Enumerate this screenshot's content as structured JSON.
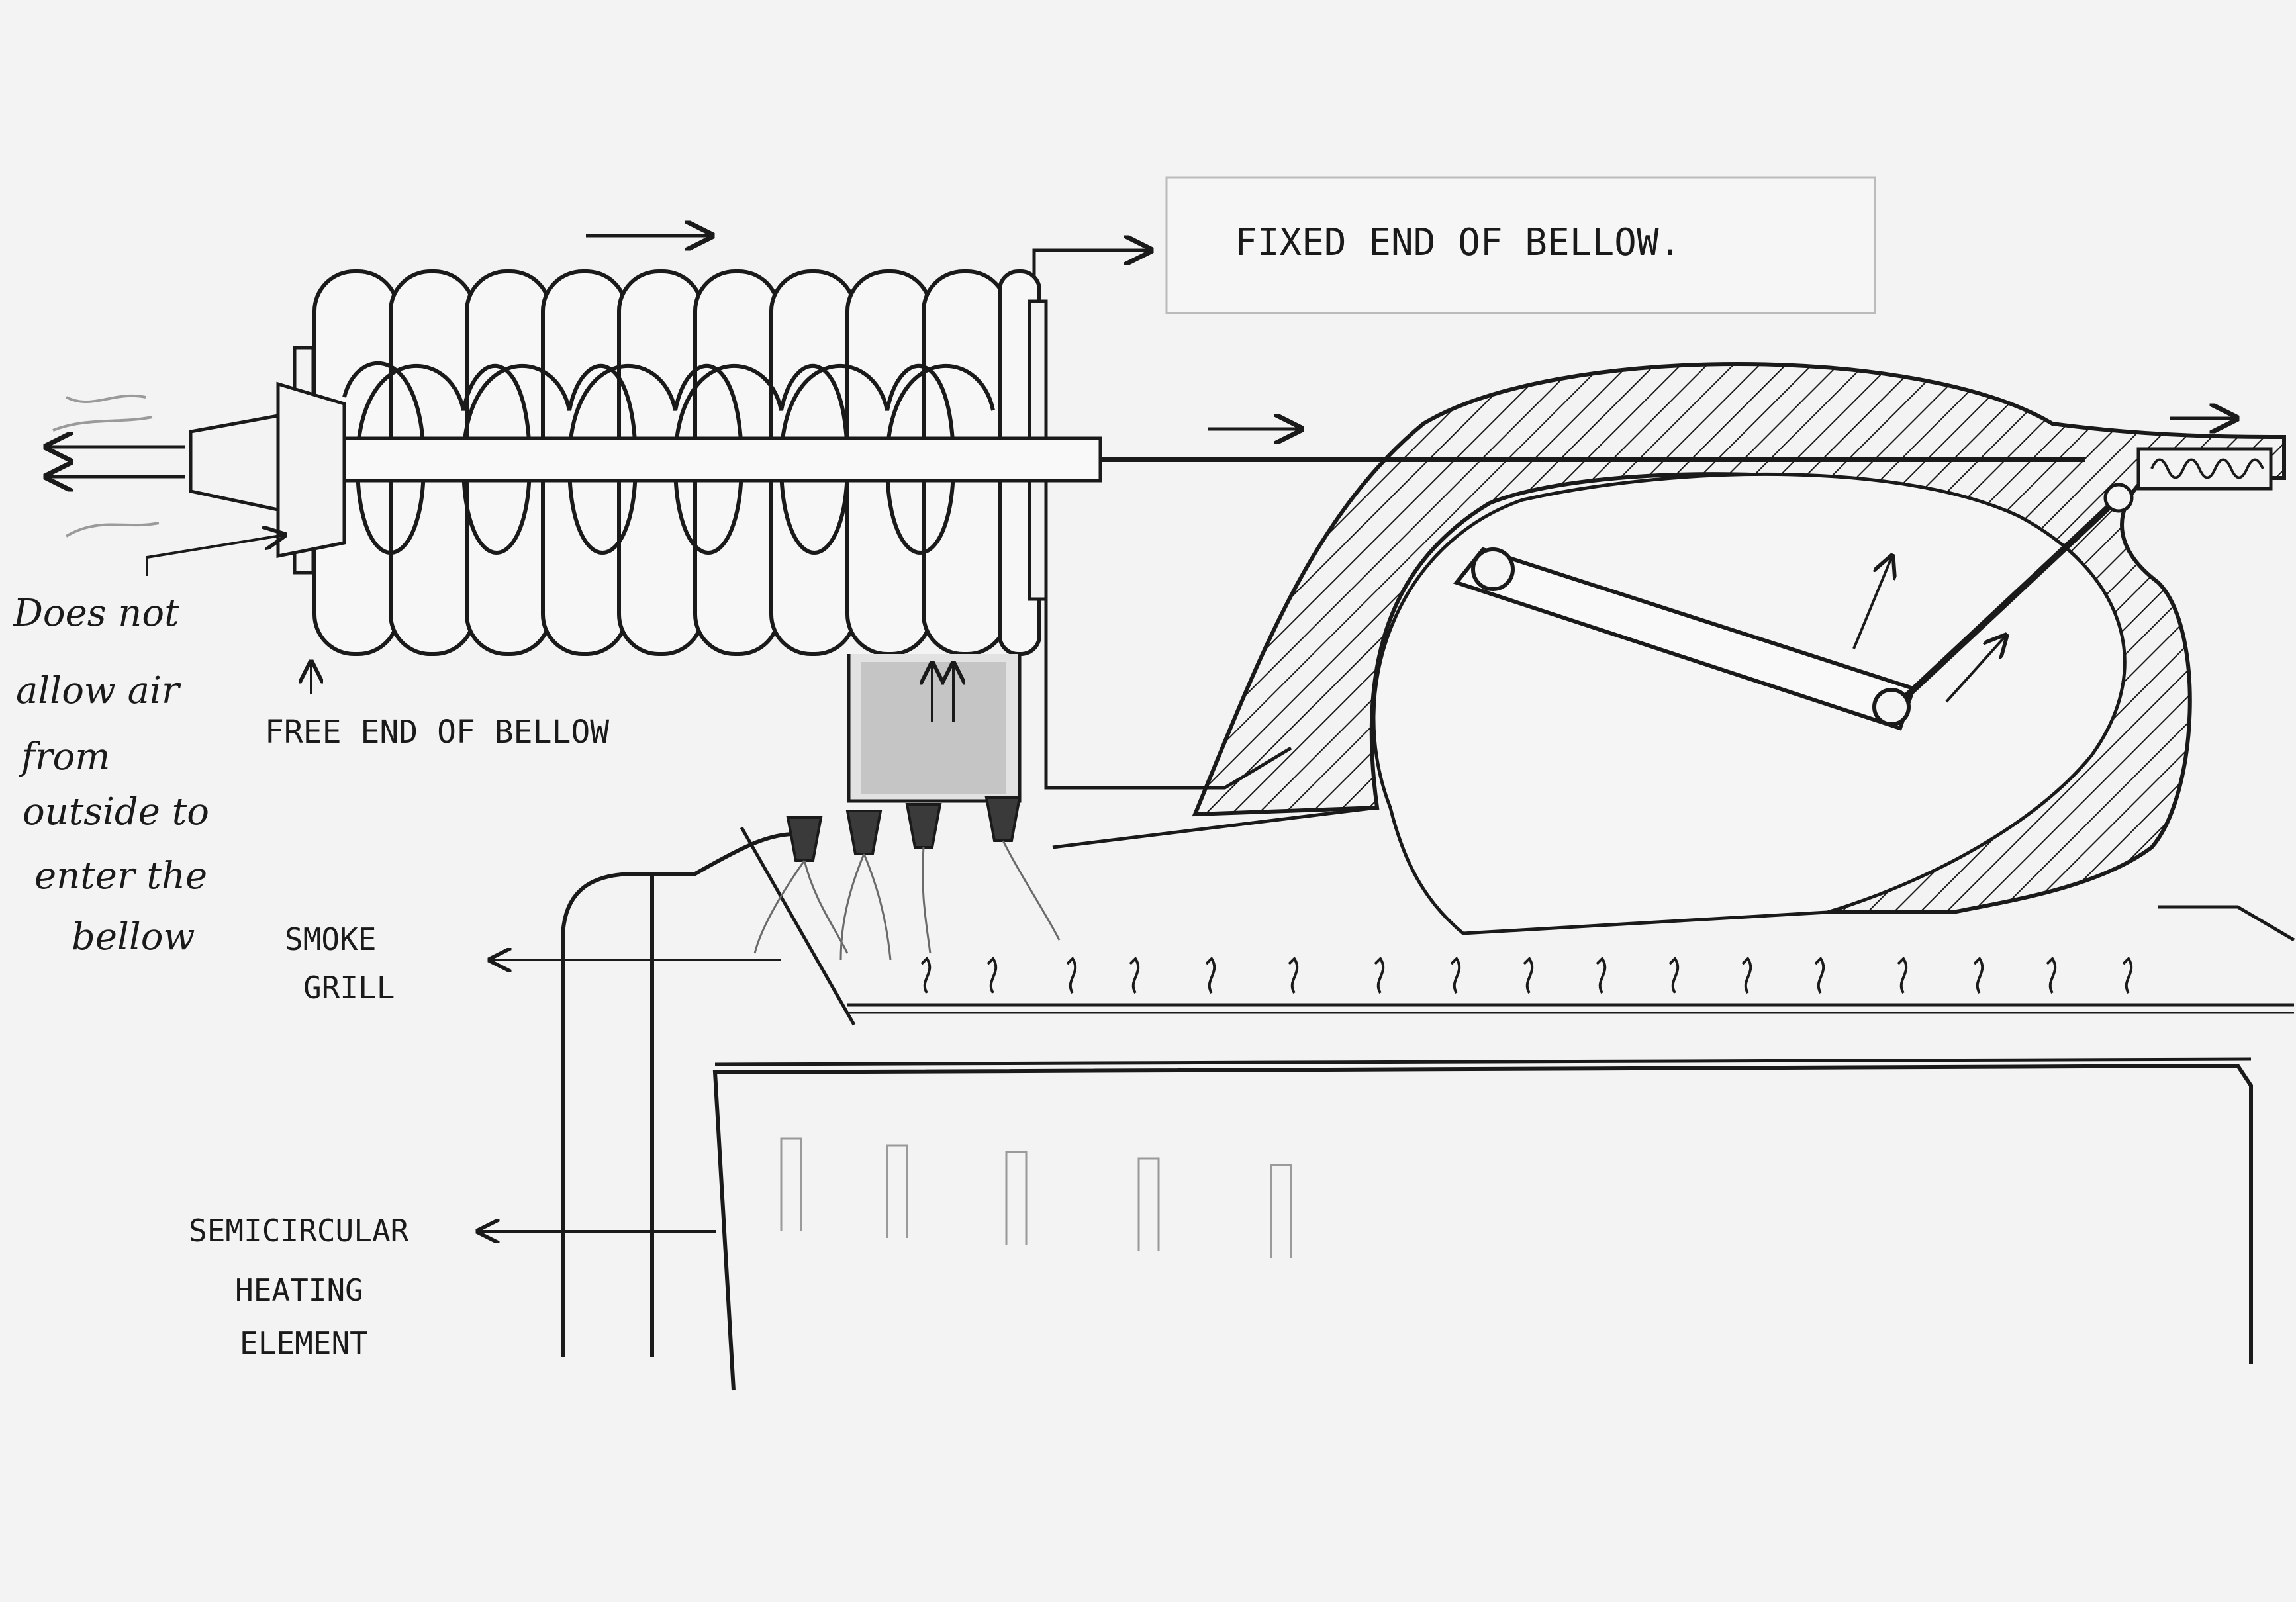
{
  "labels": {
    "fixed_end": "FIXED END OF BELLOW.",
    "free_end": "FREE END OF BELLOW",
    "does_not_allow": [
      "Does not",
      "allow air",
      "from",
      "outside to",
      "enter the",
      "bellow"
    ],
    "smoke_grill": [
      "SMOKE",
      "GRILL"
    ],
    "heating_element": [
      "SEMICIRCULAR",
      "HEATING",
      "ELEMENT"
    ]
  },
  "colors": {
    "ink": "#1a1a1a",
    "paper": "#f3f3f3",
    "shade": "#9a9a9a"
  }
}
